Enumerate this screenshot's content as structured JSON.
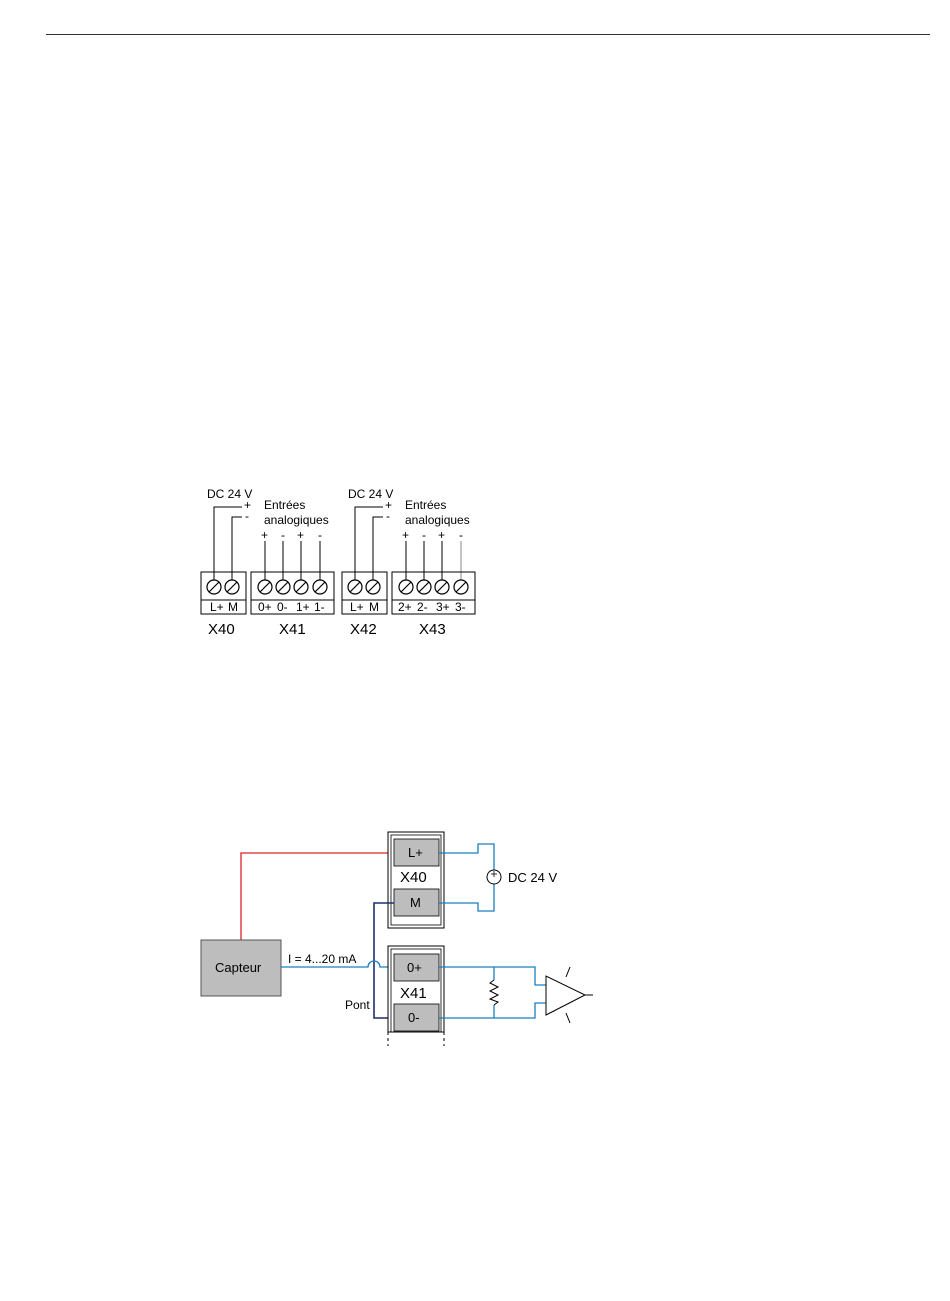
{
  "terminals_diagram": {
    "groups": [
      {
        "supply_label": "DC 24 V",
        "plus": "+",
        "minus": "-",
        "name": "X40",
        "pins": [
          "L+",
          "M"
        ]
      },
      {
        "inputs_label_line1": "Entrées",
        "inputs_label_line2": "analogiques",
        "polarities": [
          "+",
          "-",
          "+",
          "-"
        ],
        "name": "X41",
        "pins": [
          "0+",
          "0-",
          "1+",
          "1-"
        ]
      },
      {
        "supply_label": "DC 24 V",
        "plus": "+",
        "minus": "-",
        "name": "X42",
        "pins": [
          "L+",
          "M"
        ]
      },
      {
        "inputs_label_line1": "Entrées",
        "inputs_label_line2": "analogiques",
        "polarities": [
          "+",
          "-",
          "+",
          "-"
        ],
        "name": "X43",
        "pins": [
          "2+",
          "2-",
          "3+",
          "3-"
        ]
      }
    ]
  },
  "wiring_diagram": {
    "sensor_label": "Capteur",
    "current_label": "I = 4...20 mA",
    "bridge_label": "Pont",
    "supply_label": "DC 24 V",
    "x40": {
      "name": "X40",
      "pin_top": "L+",
      "pin_bottom": "M"
    },
    "x41": {
      "name": "X41",
      "pin_top": "0+",
      "pin_bottom": "0-"
    },
    "colors": {
      "red": "#d9262b",
      "blue": "#1a7fc0",
      "dark_blue": "#1f2f6b",
      "gray": "#bdbdbd"
    }
  }
}
